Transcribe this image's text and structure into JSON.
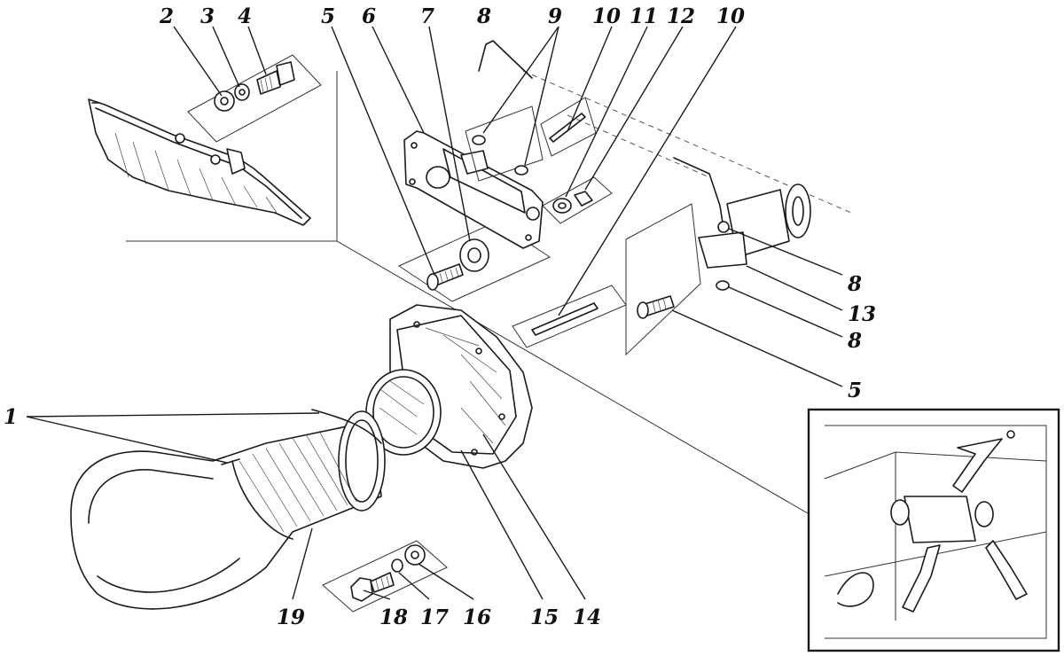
{
  "callouts": [
    {
      "id": "c1",
      "text": "1"
    },
    {
      "id": "c2",
      "text": "2"
    },
    {
      "id": "c3",
      "text": "3"
    },
    {
      "id": "c4",
      "text": "4"
    },
    {
      "id": "c5a",
      "text": "5"
    },
    {
      "id": "c6",
      "text": "6"
    },
    {
      "id": "c7",
      "text": "7"
    },
    {
      "id": "c8a",
      "text": "8"
    },
    {
      "id": "c9",
      "text": "9"
    },
    {
      "id": "c10a",
      "text": "10"
    },
    {
      "id": "c11",
      "text": "11"
    },
    {
      "id": "c12",
      "text": "12"
    },
    {
      "id": "c10b",
      "text": "10"
    },
    {
      "id": "c8b",
      "text": "8"
    },
    {
      "id": "c13",
      "text": "13"
    },
    {
      "id": "c8c",
      "text": "8"
    },
    {
      "id": "c5b",
      "text": "5"
    },
    {
      "id": "c19",
      "text": "19"
    },
    {
      "id": "c18",
      "text": "18"
    },
    {
      "id": "c17",
      "text": "17"
    },
    {
      "id": "c16",
      "text": "16"
    },
    {
      "id": "c15",
      "text": "15"
    },
    {
      "id": "c14",
      "text": "14"
    }
  ]
}
